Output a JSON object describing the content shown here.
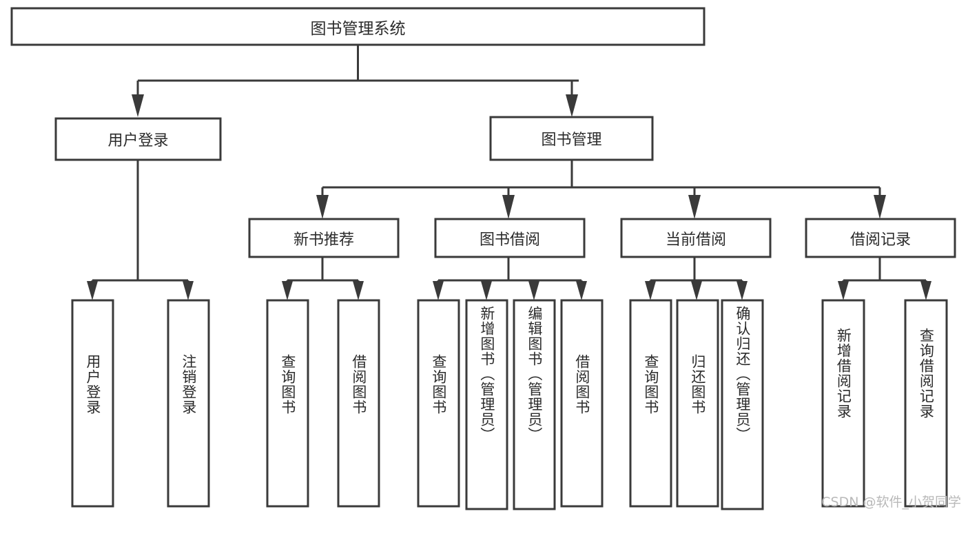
{
  "diagram": {
    "type": "tree-hierarchy",
    "title": "图书管理系统",
    "watermark": "CSDN @软件_小贺同学",
    "colors": {
      "stroke": "#3a3a3a",
      "fill": "#ffffff",
      "text": "#2b2b2b",
      "watermark": "#b9b9b9",
      "background": "#ffffff"
    },
    "levels": {
      "root": "图书管理系统",
      "level2": [
        "用户登录",
        "图书管理"
      ],
      "level3": [
        "新书推荐",
        "图书借阅",
        "当前借阅",
        "借阅记录"
      ]
    },
    "nodes": {
      "root": {
        "label": "图书管理系统",
        "orientation": "horizontal"
      },
      "user_login": {
        "label": "用户登录",
        "orientation": "horizontal"
      },
      "book_manage": {
        "label": "图书管理",
        "orientation": "horizontal"
      },
      "new_book_rec": {
        "label": "新书推荐",
        "orientation": "horizontal"
      },
      "book_borrow": {
        "label": "图书借阅",
        "orientation": "horizontal"
      },
      "current_borrow": {
        "label": "当前借阅",
        "orientation": "horizontal"
      },
      "borrow_record": {
        "label": "借阅记录",
        "orientation": "horizontal"
      },
      "leaf_user_login": {
        "label": "用户登录",
        "orientation": "vertical"
      },
      "leaf_logout": {
        "label": "注销登录",
        "orientation": "vertical"
      },
      "leaf_query_book_1": {
        "label": "查询图书",
        "orientation": "vertical"
      },
      "leaf_borrow_book_1": {
        "label": "借阅图书",
        "orientation": "vertical"
      },
      "leaf_query_book_2": {
        "label": "查询图书",
        "orientation": "vertical"
      },
      "leaf_add_book": {
        "label": "新增图书（管理员）",
        "orientation": "vertical"
      },
      "leaf_edit_book": {
        "label": "编辑图书（管理员）",
        "orientation": "vertical"
      },
      "leaf_borrow_book_2": {
        "label": "借阅图书",
        "orientation": "vertical"
      },
      "leaf_query_book_3": {
        "label": "查询图书",
        "orientation": "vertical"
      },
      "leaf_return_book": {
        "label": "归还图书",
        "orientation": "vertical"
      },
      "leaf_confirm_return": {
        "label": "确认归还（管理员）",
        "orientation": "vertical"
      },
      "leaf_add_record": {
        "label": "新增借阅记录",
        "orientation": "vertical"
      },
      "leaf_query_record": {
        "label": "查询借阅记录",
        "orientation": "vertical"
      }
    },
    "edges": [
      {
        "from": "图书管理系统",
        "to": "用户登录"
      },
      {
        "from": "图书管理系统",
        "to": "图书管理"
      },
      {
        "from": "用户登录",
        "to": "用户登录"
      },
      {
        "from": "用户登录",
        "to": "注销登录"
      },
      {
        "from": "图书管理",
        "to": "新书推荐"
      },
      {
        "from": "图书管理",
        "to": "图书借阅"
      },
      {
        "from": "图书管理",
        "to": "当前借阅"
      },
      {
        "from": "图书管理",
        "to": "借阅记录"
      },
      {
        "from": "新书推荐",
        "to": "查询图书"
      },
      {
        "from": "新书推荐",
        "to": "借阅图书"
      },
      {
        "from": "图书借阅",
        "to": "查询图书"
      },
      {
        "from": "图书借阅",
        "to": "新增图书（管理员）"
      },
      {
        "from": "图书借阅",
        "to": "编辑图书（管理员）"
      },
      {
        "from": "图书借阅",
        "to": "借阅图书"
      },
      {
        "from": "当前借阅",
        "to": "查询图书"
      },
      {
        "from": "当前借阅",
        "to": "归还图书"
      },
      {
        "from": "当前借阅",
        "to": "确认归还（管理员）"
      },
      {
        "from": "借阅记录",
        "to": "新增借阅记录"
      },
      {
        "from": "借阅记录",
        "to": "查询借阅记录"
      }
    ]
  }
}
